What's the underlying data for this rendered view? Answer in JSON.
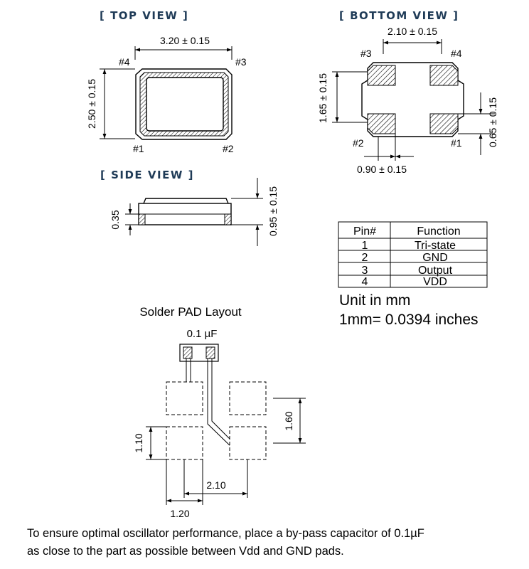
{
  "headers": {
    "top_view": "[ TOP VIEW ]",
    "bottom_view": "[ BOTTOM  VIEW ]",
    "side_view": "[ SIDE VIEW ]"
  },
  "top_view": {
    "width_dim": "3.20 ± 0.15",
    "height_dim": "2.50 ± 0.15",
    "pins": {
      "p1": "#1",
      "p2": "#2",
      "p3": "#3",
      "p4": "#4"
    }
  },
  "bottom_view": {
    "pitch_dim": "2.10 ± 0.15",
    "pad_pitch_v_dim": "1.65 ± 0.15",
    "pad_height_dim": "0.65 ± 0.15",
    "pad_width_dim": "0.90 ± 0.15",
    "pins": {
      "p1": "#1",
      "p2": "#2",
      "p3": "#3",
      "p4": "#4"
    }
  },
  "side_view": {
    "pad_thickness_dim": "0.35",
    "height_dim": "0.95 ± 0.15"
  },
  "pin_table": {
    "headers": [
      "Pin#",
      "Function"
    ],
    "rows": [
      [
        "1",
        "Tri-state"
      ],
      [
        "2",
        "GND"
      ],
      [
        "3",
        "Output"
      ],
      [
        "4",
        "VDD"
      ]
    ]
  },
  "units": {
    "line1": "Unit in mm",
    "line2": "1mm= 0.0394 inches"
  },
  "solder_pad": {
    "title": "Solder PAD Layout",
    "capacitor_label": "0.1 µF",
    "pad_height_dim": "1.10",
    "pad_pitch_v_dim": "1.60",
    "pitch_h_dim": "2.10",
    "pad_width_dim": "1.20"
  },
  "note": {
    "line1": "To ensure optimal oscillator performance, place a by-pass capacitor of 0.1µF",
    "line2": "as close to the part as possible between Vdd and GND pads."
  }
}
